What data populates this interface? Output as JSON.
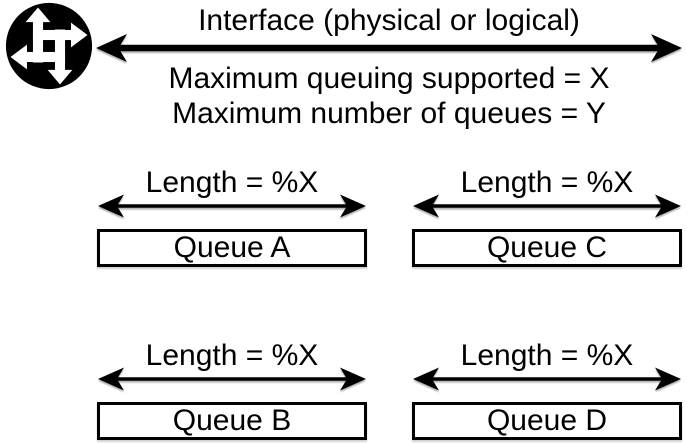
{
  "colors": {
    "foreground": "#000000",
    "background": "#ffffff"
  },
  "interface": {
    "title": "Interface (physical or logical)",
    "max_queuing_label": "Maximum queuing supported = X",
    "max_queues_label": "Maximum number of queues = Y",
    "icon": "router-icon"
  },
  "queues": [
    {
      "name": "Queue A",
      "length_label": "Length = %X",
      "row": 1,
      "column": "left"
    },
    {
      "name": "Queue C",
      "length_label": "Length = %X",
      "row": 1,
      "column": "right"
    },
    {
      "name": "Queue B",
      "length_label": "Length = %X",
      "row": 2,
      "column": "left"
    },
    {
      "name": "Queue D",
      "length_label": "Length = %X",
      "row": 2,
      "column": "right"
    }
  ]
}
